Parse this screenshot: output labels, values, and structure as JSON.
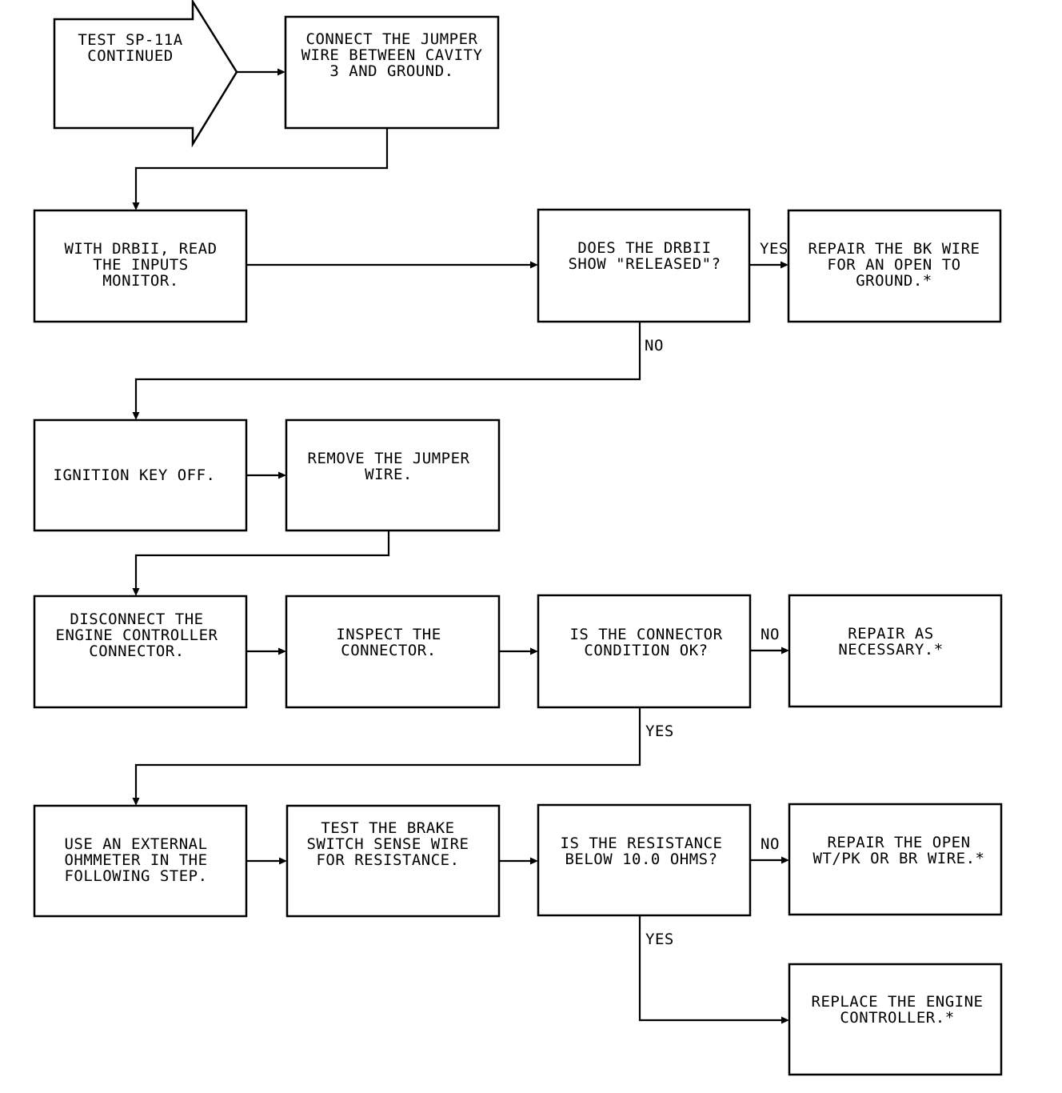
{
  "diagram": {
    "start": {
      "lines": [
        "TEST SP-11A",
        "CONTINUED"
      ]
    },
    "steps": {
      "connect_jumper": {
        "lines": [
          "CONNECT THE JUMPER",
          "WIRE BETWEEN CAVITY",
          "3 AND GROUND."
        ]
      },
      "read_inputs": {
        "lines": [
          "WITH DRBII, READ",
          "THE INPUTS",
          "MONITOR."
        ]
      },
      "q_released": {
        "lines": [
          "DOES THE DRBII",
          "SHOW \"RELEASED\"?"
        ]
      },
      "repair_bk": {
        "lines": [
          "REPAIR THE BK WIRE",
          "FOR AN OPEN TO",
          "GROUND.*"
        ]
      },
      "ignition_off": {
        "lines": [
          "IGNITION KEY OFF."
        ]
      },
      "remove_jumper": {
        "lines": [
          "REMOVE THE JUMPER",
          "WIRE."
        ]
      },
      "disconnect": {
        "lines": [
          "DISCONNECT THE",
          "ENGINE CONTROLLER",
          "CONNECTOR."
        ]
      },
      "inspect": {
        "lines": [
          "INSPECT THE",
          "CONNECTOR."
        ]
      },
      "q_condition": {
        "lines": [
          "IS THE CONNECTOR",
          "CONDITION OK?"
        ]
      },
      "repair_necessary": {
        "lines": [
          "REPAIR AS",
          "NECESSARY.*"
        ]
      },
      "ohmmeter": {
        "lines": [
          "USE AN EXTERNAL",
          "OHMMETER IN THE",
          "FOLLOWING STEP."
        ]
      },
      "test_brake": {
        "lines": [
          "TEST THE BRAKE",
          "SWITCH SENSE WIRE",
          "FOR RESISTANCE."
        ]
      },
      "q_resistance": {
        "lines": [
          "IS THE RESISTANCE",
          "BELOW 10.0 OHMS?"
        ]
      },
      "repair_open": {
        "lines": [
          "REPAIR THE OPEN",
          "WT/PK OR BR WIRE.*"
        ]
      },
      "replace_controller": {
        "lines": [
          "REPLACE THE ENGINE",
          "CONTROLLER.*"
        ]
      }
    },
    "labels": {
      "released_yes": "YES",
      "released_no": "NO",
      "condition_no": "NO",
      "condition_yes": "YES",
      "resistance_no": "NO",
      "resistance_yes": "YES"
    }
  }
}
